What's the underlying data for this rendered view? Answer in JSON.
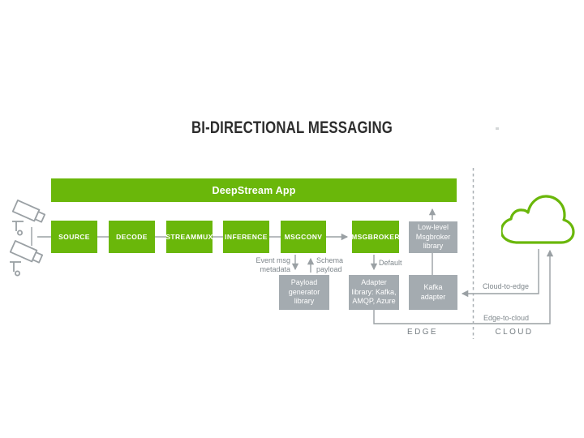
{
  "diagram": {
    "title": "BI-DIRECTIONAL MESSAGING",
    "app_bar_label": "DeepStream App",
    "pipeline": [
      "SOURCE",
      "DECODE",
      "STREAMMUX",
      "INFERENCE",
      "MSGCONV",
      "MSGBROKER"
    ],
    "boxes": {
      "low_level": {
        "l1": "Low-level",
        "l2": "Msgbroker",
        "l3": "library"
      },
      "payload": {
        "l1": "Payload",
        "l2": "generator",
        "l3": "library"
      },
      "adapter": {
        "l1": "Adapter",
        "l2": "library: Kafka,",
        "l3": "AMQP, Azure"
      },
      "kafka": {
        "l1": "Kafka",
        "l2": "adapter"
      }
    },
    "labels": {
      "event_msg_l1": "Event msg",
      "event_msg_l2": "metadata",
      "schema_l1": "Schema",
      "schema_l2": "payload",
      "default": "Default",
      "cloud_to_edge": "Cloud-to-edge",
      "edge_to_cloud": "Edge-to-cloud",
      "edge_zone": "EDGE",
      "cloud_zone": "CLOUD"
    },
    "icons": {
      "camera": "cctv-camera-icon",
      "cloud": "cloud-icon"
    },
    "colors": {
      "nvidia_green": "#6ab70a",
      "gray_box": "#a4abb0",
      "connector_line": "#9aa0a4",
      "label_text": "#7f878c",
      "title_text": "#2d2d2d"
    }
  }
}
